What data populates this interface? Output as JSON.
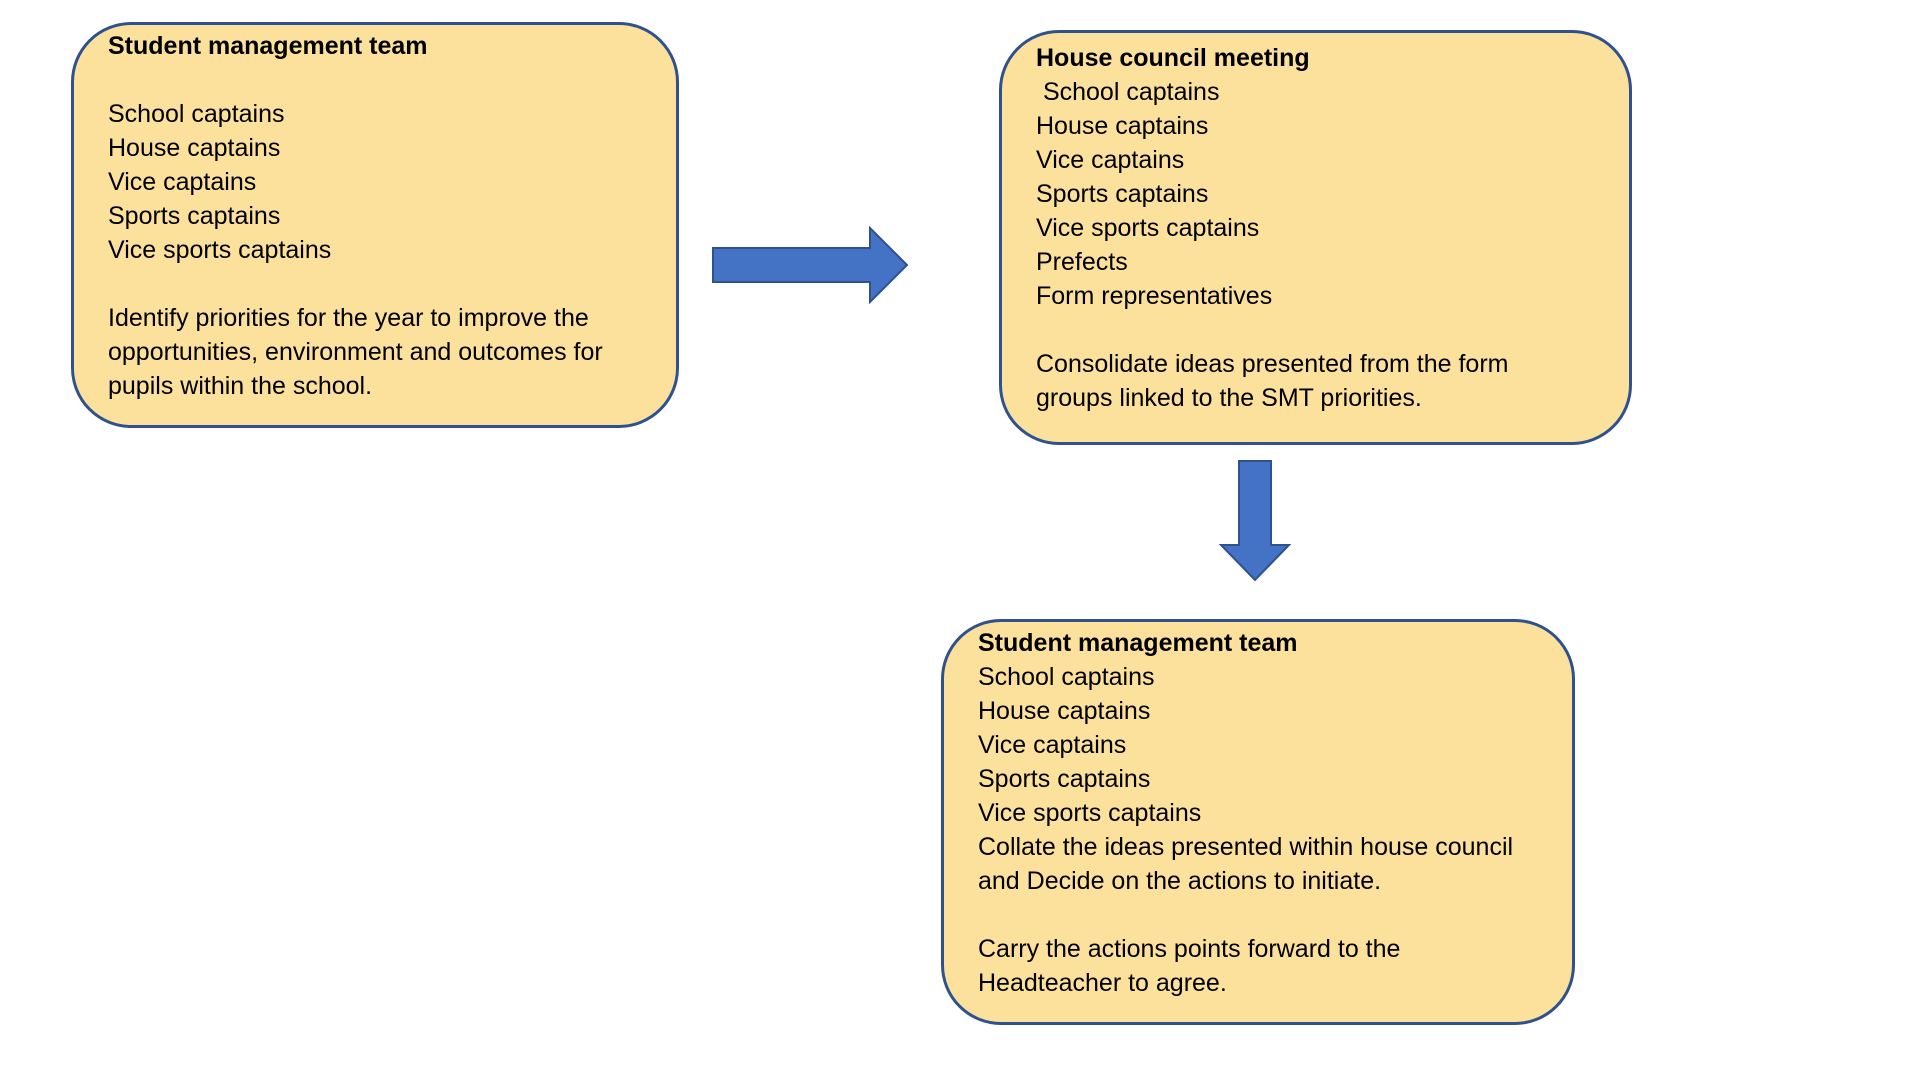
{
  "box1": {
    "title": "Student management team",
    "members": [
      "School captains",
      "House captains",
      "Vice captains",
      "Sports captains",
      "Vice sports captains"
    ],
    "description": "Identify priorities for the year to improve the opportunities, environment and outcomes for pupils within the school."
  },
  "box2": {
    "title": "House council meeting",
    "members": [
      " School captains",
      "House captains",
      "Vice captains",
      "Sports captains",
      "Vice sports captains",
      "Prefects",
      "Form representatives"
    ],
    "description": "Consolidate ideas presented from the form groups linked to the SMT priorities."
  },
  "box3": {
    "title": "Student management team",
    "members": [
      "School captains",
      "House captains",
      "Vice captains",
      "Sports captains",
      "Vice sports captains"
    ],
    "description": "Collate the ideas presented within house council and Decide on the actions to initiate.",
    "description2": "Carry the actions points forward to the Headteacher to agree."
  },
  "colors": {
    "box_fill": "#fce19c",
    "box_border": "#2f528f",
    "arrow_fill": "#4472c4",
    "arrow_stroke": "#2f528f"
  }
}
